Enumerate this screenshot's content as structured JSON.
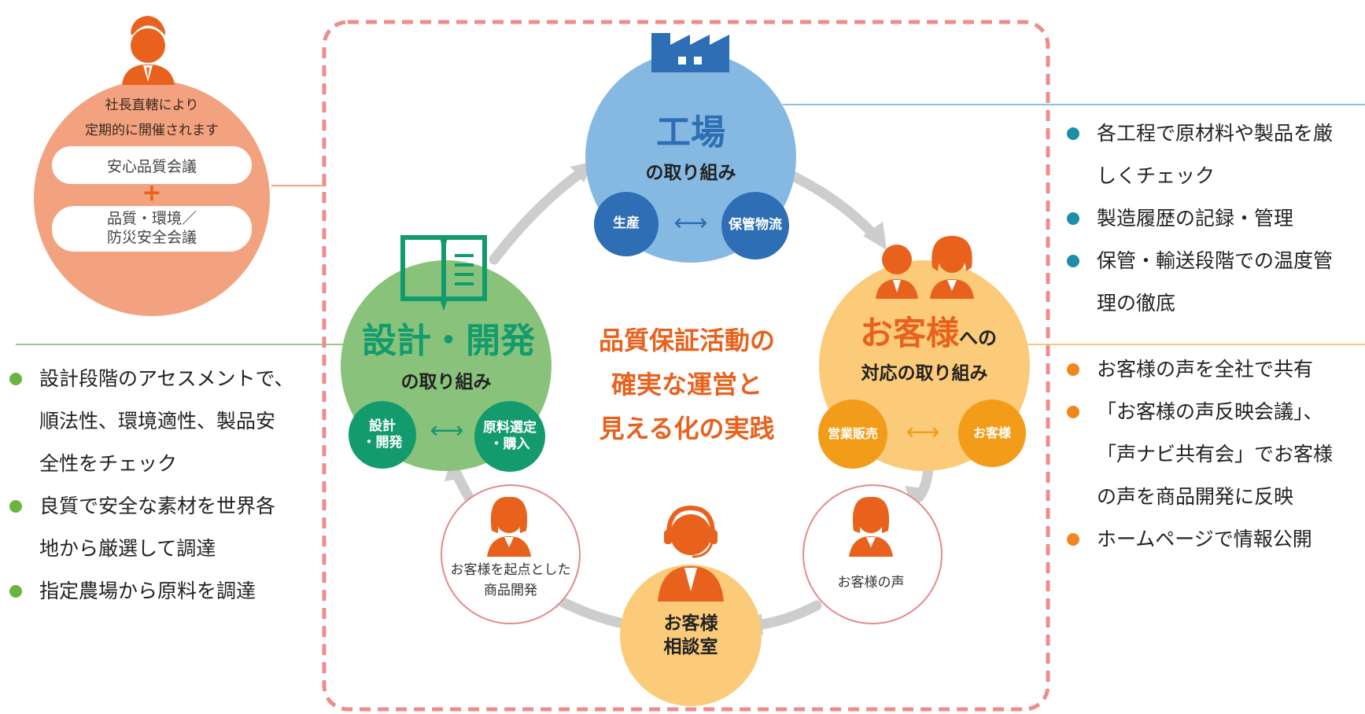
{
  "meeting": {
    "intro": [
      "社長直轄により",
      "定期的に開催されます"
    ],
    "meeting1": "安心品質会議",
    "plus": "+",
    "meeting2": [
      "品質・環境／",
      "防災安全会議"
    ]
  },
  "center_text": [
    "品質保証活動の",
    "確実な運営と",
    "見える化の実践"
  ],
  "factory": {
    "title": "工場",
    "subtitle": "の取り組み",
    "left": "生産",
    "right": "保管物流"
  },
  "design": {
    "title": "設計・開発",
    "subtitle": "の取り組み",
    "left": [
      "設計",
      "・開発"
    ],
    "right": [
      "原料選定",
      "・購入"
    ]
  },
  "customer": {
    "title": "お客様",
    "title_suffix": "への",
    "subtitle": "対応の取り組み",
    "left": "営業販売",
    "right": "お客様"
  },
  "consult": [
    "お客様",
    "相談室"
  ],
  "voice": "お客様の声",
  "product_dev": [
    "お客様を起点とした",
    "商品開発"
  ],
  "left_bullets": [
    [
      "設計段階のアセスメントで、",
      "順法性、環境適性、製品安",
      "全性をチェック"
    ],
    [
      "良質で安全な素材を世界各",
      "地から厳選して調達"
    ],
    [
      "指定農場から原料を調達"
    ]
  ],
  "right_top_bullets": [
    [
      "各工程で原材料や製品を厳",
      "しくチェック"
    ],
    [
      "製造履歴の記録・管理"
    ],
    [
      "保管・輸送段階での温度管",
      "理の徹底"
    ]
  ],
  "right_bottom_bullets": [
    [
      "お客様の声を全社で共有"
    ],
    [
      "「お客様の声反映会議」、",
      "「声ナビ共有会」でお客様",
      "の声を商品開発に反映"
    ],
    [
      "ホームページで情報公開"
    ]
  ],
  "colors": {
    "factory": "#86b9e2",
    "factory_dark": "#2d6eb5",
    "design": "#89c27a",
    "design_dark": "#139b6e",
    "customer": "#fbcb79",
    "customer_dark": "#f39c1a",
    "title_orange": "#e8621d",
    "meeting": "#f2a27f",
    "dashed": "#ee8c8c"
  }
}
